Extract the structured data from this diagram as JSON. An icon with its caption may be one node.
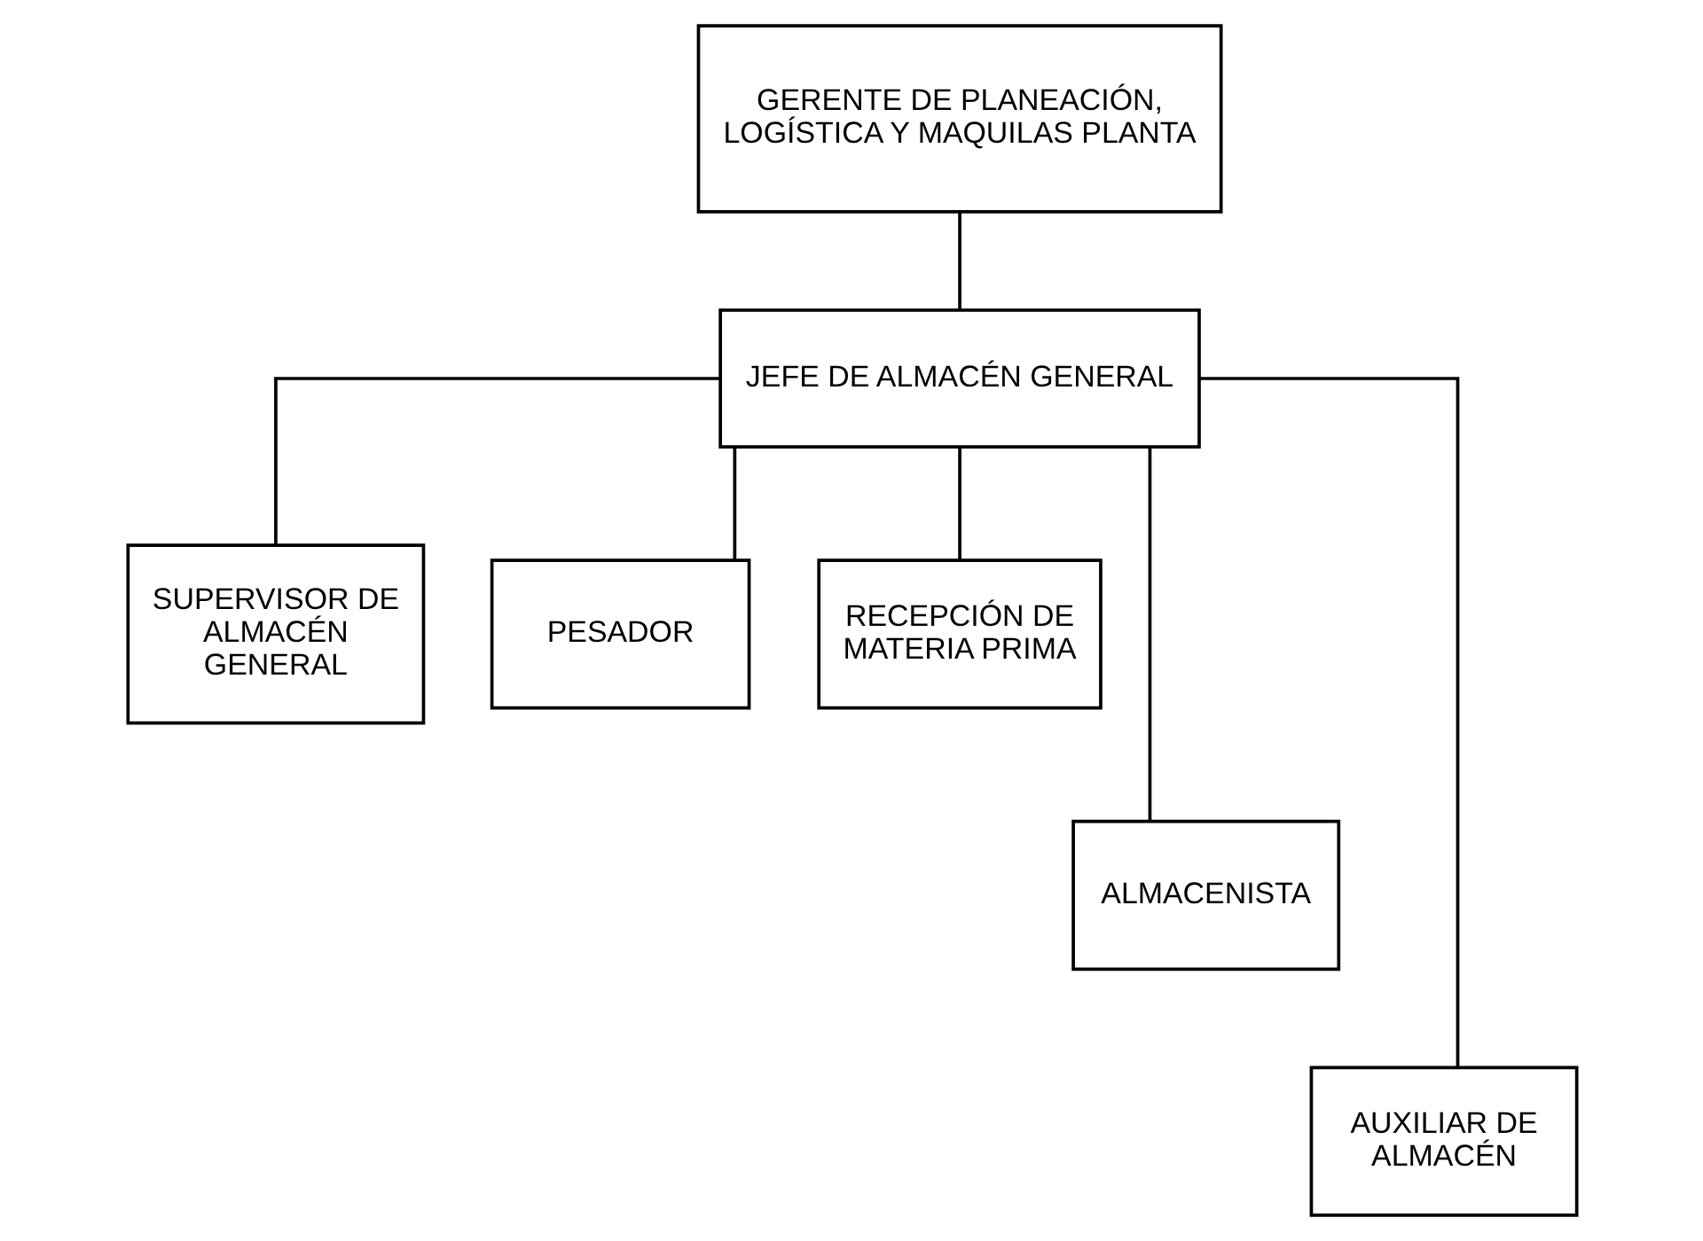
{
  "diagram": {
    "nodes": [
      {
        "text": [
          "GERENTE DE PLANEACIÓN, LOGÍSTICA Y MAQUILAS PLANTA"
        ]
      },
      {
        "text": [
          "JEFE DE ALMACÉN GENERAL"
        ]
      },
      {
        "text": [
          "SUPERVISOR DE ALMACÉN GENERAL"
        ]
      },
      {
        "text": [
          "PESADOR"
        ]
      },
      {
        "text": [
          "RECEPCIÓN DE MATERIA PRIMA"
        ]
      },
      {
        "text": [
          "ALMACENISTA"
        ]
      },
      {
        "text": [
          "AUXILIAR DE ALMACÉN"
        ]
      }
    ],
    "edges": [
      {
        "from": 0,
        "to": 1,
        "arrow": "none"
      },
      {
        "from": 1,
        "to": 2,
        "arrow": "none"
      },
      {
        "from": 1,
        "to": 6,
        "arrow": "none"
      },
      {
        "from": 1,
        "to": 3,
        "arrow": "none"
      },
      {
        "from": 1,
        "to": 4,
        "arrow": "none"
      },
      {
        "from": 1,
        "to": 5,
        "arrow": "none"
      }
    ]
  }
}
